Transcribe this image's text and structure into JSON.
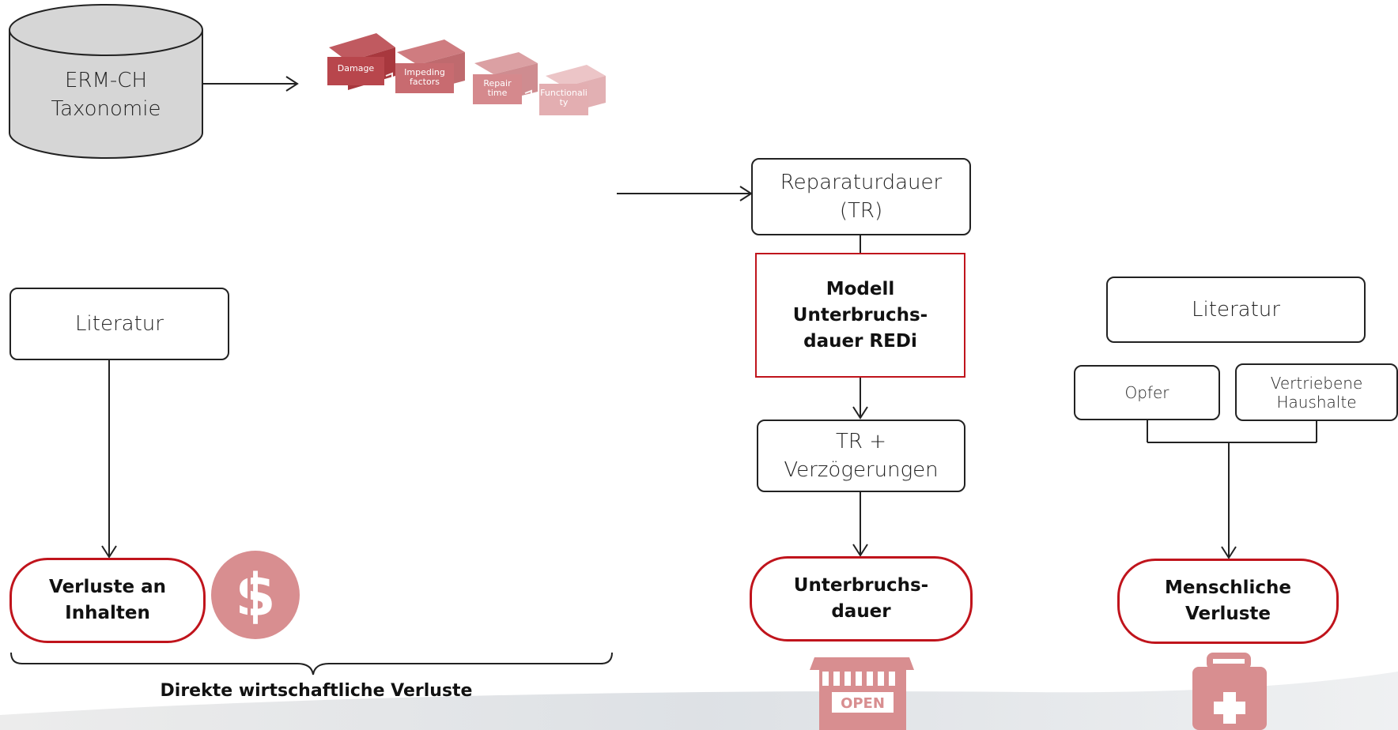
{
  "database": {
    "label": "ERM-CH\nTaxonomie"
  },
  "process_steps": [
    "Damage",
    "Impeding\nfactors",
    "Repair\ntime",
    "Functionali\nty"
  ],
  "left": {
    "source": "Literatur",
    "outcome": "Verluste an\nInhalten",
    "brace_label": "Direkte wirtschaftliche Verluste",
    "icon": "dollar-icon"
  },
  "middle": {
    "repair": "Reparaturdauer\n(TR)",
    "model": "Modell\nUnterbruchs-\ndauer REDi",
    "delays": "TR +\nVerzögerungen",
    "outcome": "Unterbruchs-\ndauer",
    "icon": "shop-open-icon",
    "shop_sign": "OPEN"
  },
  "right": {
    "source": "Literatur",
    "victims": "Opfer",
    "displaced": "Vertriebene\nHaushalte",
    "outcome": "Menschliche\nVerluste",
    "icon": "first-aid-kit-icon"
  },
  "colors": {
    "accent": "#c0141c",
    "icon": "#d88e90",
    "cylinder": "#d6d6d6"
  }
}
